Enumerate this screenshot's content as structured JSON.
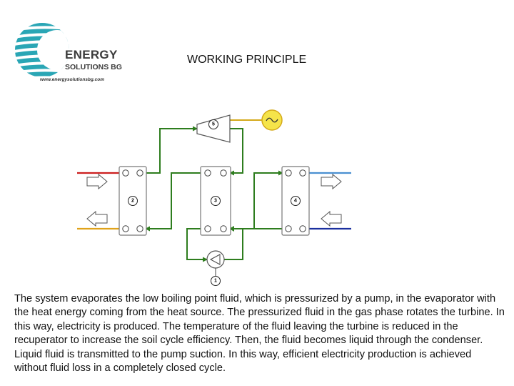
{
  "brand": {
    "name_line1": "ENERGY",
    "name_line2": "SOLUTIONS BG",
    "url": "www.energysolutionsbg.com"
  },
  "title": "WORKING PRINCIPLE",
  "diagram": {
    "components": [
      {
        "id": "pump",
        "number": "1",
        "icon": "pump-icon"
      },
      {
        "id": "evaporator",
        "number": "2",
        "icon": "heat-exchanger-icon"
      },
      {
        "id": "recuperator",
        "number": "3",
        "icon": "heat-exchanger-icon"
      },
      {
        "id": "condenser",
        "number": "4",
        "icon": "heat-exchanger-icon"
      },
      {
        "id": "turbine",
        "number": "5",
        "icon": "turbine-icon"
      },
      {
        "id": "generator",
        "number": "",
        "icon": "generator-icon"
      }
    ],
    "colors": {
      "working_fluid": "#2e7d1e",
      "heat_source_hot": "#cc1f1f",
      "heat_source_cold": "#e0a21a",
      "coolant_warm": "#4a8fd1",
      "coolant_cold": "#1a2f9e",
      "generator_fill": "#f5e44a",
      "generator_line": "#d4a91a"
    }
  },
  "description": "The system evaporates the low boiling point fluid, which is pressurized by a pump, in the evaporator with the heat energy coming from the heat source. The pressurized fluid in the gas phase rotates the turbine. In this way, electricity is produced. The temperature of the fluid leaving the turbine is reduced in the recuperator to increase the soil cycle efficiency. Then, the fluid becomes liquid through the condenser. Liquid fluid is transmitted to the pump suction. In this way, efficient electricity production is achieved without fluid loss in a completely closed cycle."
}
